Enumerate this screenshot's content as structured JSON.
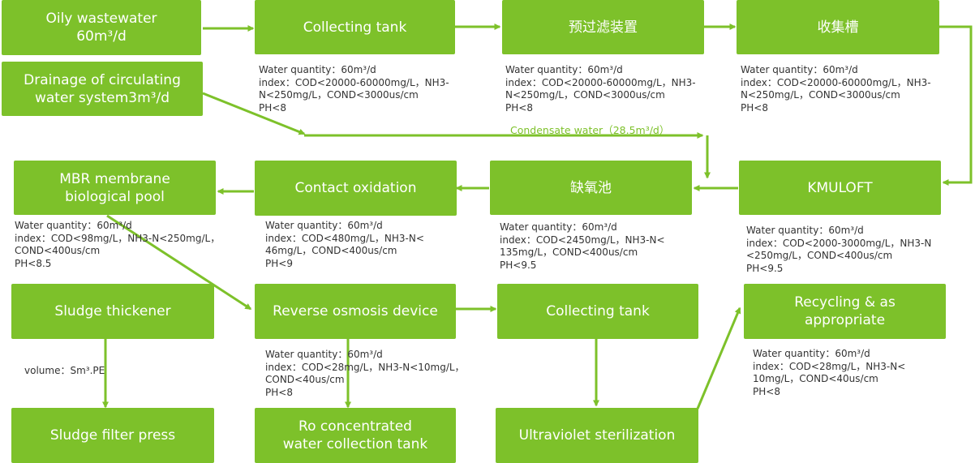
{
  "colors": {
    "box": "#7dc12a",
    "arrow": "#7dc12a",
    "box_text": "#ffffff",
    "note_text": "#333333"
  },
  "nodes": {
    "oily_wastewater": "Oily wastewater\n60m³/d",
    "drainage_circulating": "Drainage of circulating\nwater system3m³/d",
    "collecting_tank_1": "Collecting tank",
    "prefilter_device": "预过滤装置",
    "collecting_trough": "收集槽",
    "kmuloft": "KMULOFT",
    "anoxic_pool": "缺氧池",
    "contact_oxidation": "Contact oxidation",
    "mbr_pool": "MBR membrane\nbiological pool",
    "sludge_thickener": "Sludge thickener",
    "reverse_osmosis": "Reverse osmosis device",
    "collecting_tank_2": "Collecting tank",
    "recycling": "Recycling & as\nappropriate",
    "sludge_filter_press": "Sludge filter press",
    "ro_concentrated": "Ro concentrated\nwater collection tank",
    "uv_sterilization": "Ultraviolet sterilization"
  },
  "notes": {
    "collecting_tank_1": "Water quantity：60m³/d\nindex：COD<20000-60000mg/L，NH3-\nN<250mg/L，COND<3000us/cm\nPH<8",
    "prefilter_device": "Water quantity：60m³/d\nindex：COD<20000-60000mg/L，NH3-\nN<250mg/L，COND<3000us/cm\nPH<8",
    "collecting_trough": "Water quantity：60m³/d\nindex：COD<20000-60000mg/L，NH3-\nN<250mg/L，COND<3000us/cm\nPH<8",
    "mbr_pool": "Water quantity：60m³/d\nindex：COD<98mg/L，NH3-N<250mg/L，\nCOND<400us/cm\nPH<8.5",
    "contact_oxidation": "Water quantity：60m³/d\nindex：COD<480mg/L，NH3-N<\n46mg/L，COND<400us/cm\nPH<9",
    "anoxic_pool": "Water quantity：60m³/d\nindex：COD<2450mg/L，NH3-N<\n135mg/L，COND<400us/cm\nPH<9.5",
    "kmuloft": "Water quantity：60m³/d\nindex：COD<2000-3000mg/L，NH3-N\n<250mg/L，COND<400us/cm\nPH<9.5",
    "sludge_thickener": "volume：Sm³.PE",
    "reverse_osmosis": "Water quantity：60m³/d\nindex：COD<28mg/L，NH3-N<10mg/L，\nCOND<40us/cm\nPH<8",
    "recycling": "Water quantity：60m³/d\nindex：COD<28mg/L，NH3-N<\n10mg/L，COND<40us/cm\nPH<8"
  },
  "edge_labels": {
    "condensate": "Condensate water（28.5m³/d）"
  }
}
